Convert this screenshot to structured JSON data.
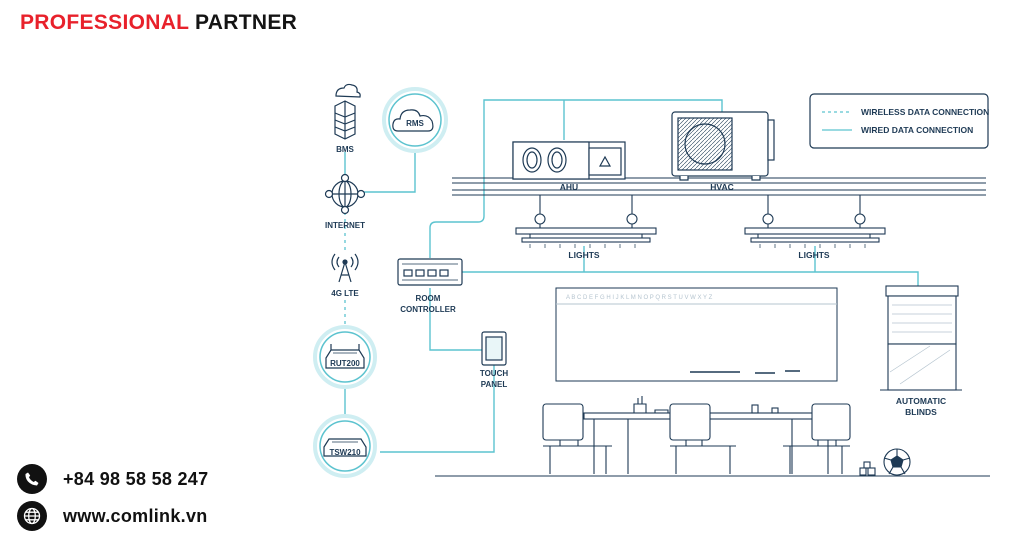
{
  "header": {
    "brand_red": "PROFESSIONAL",
    "brand_dark": "PARTNER"
  },
  "contact": {
    "phone": "+84 98 58 58 247",
    "website": "www.comlink.vn",
    "phone_icon": "phone-icon",
    "globe_icon": "globe-icon"
  },
  "legend": {
    "wireless": "WIRELESS DATA CONNECTION",
    "wired": "WIRED DATA CONNECTION"
  },
  "labels": {
    "bms": "BMS",
    "rms": "RMS",
    "internet": "INTERNET",
    "lte": "4G LTE",
    "rut": "RUT200",
    "tsw": "TSW210",
    "room_controller_1": "ROOM",
    "room_controller_2": "CONTROLLER",
    "touch_panel_1": "TOUCH",
    "touch_panel_2": "PANEL",
    "ahu": "AHU",
    "hvac": "HVAC",
    "lights_left": "LIGHTS",
    "lights_right": "LIGHTS",
    "blinds_1": "AUTOMATIC",
    "blinds_2": "BLINDS"
  },
  "whiteboard_alphabet": "A B C D E F G H I J K L M N O P Q R S T U V W X Y Z",
  "colors": {
    "accent_red": "#e8212b",
    "line_teal": "#5cc3cf",
    "drawing_navy": "#1e3a55"
  }
}
